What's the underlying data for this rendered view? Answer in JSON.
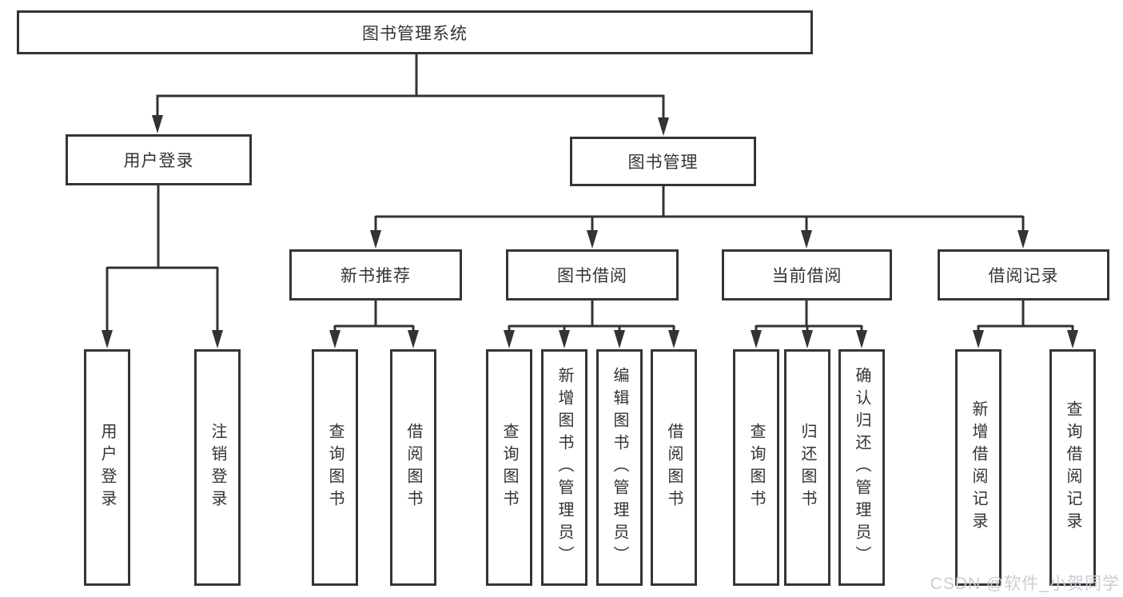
{
  "diagram": {
    "type": "hierarchy-tree",
    "colors": {
      "background": "#ffffff",
      "line": "#333333",
      "box_border": "#33353a",
      "text": "#333333",
      "watermark": "#c9cdd2"
    },
    "root": {
      "label": "图书管理系统"
    },
    "level2": [
      {
        "label": "用户登录"
      },
      {
        "label": "图书管理"
      }
    ],
    "level3": [
      {
        "label": "新书推荐"
      },
      {
        "label": "图书借阅"
      },
      {
        "label": "当前借阅"
      },
      {
        "label": "借阅记录"
      }
    ],
    "leaves": {
      "login": [
        "用户登录",
        "注销登录"
      ],
      "new_book": [
        "查询图书",
        "借阅图书"
      ],
      "borrow": [
        "查询图书",
        "新增图书（管理员）",
        "编辑图书（管理员）",
        "借阅图书"
      ],
      "current": [
        "查询图书",
        "归还图书",
        "确认归还（管理员）"
      ],
      "records": [
        "新增借阅记录",
        "查询借阅记录"
      ]
    },
    "watermark": "CSDN @软件_小贺同学"
  }
}
